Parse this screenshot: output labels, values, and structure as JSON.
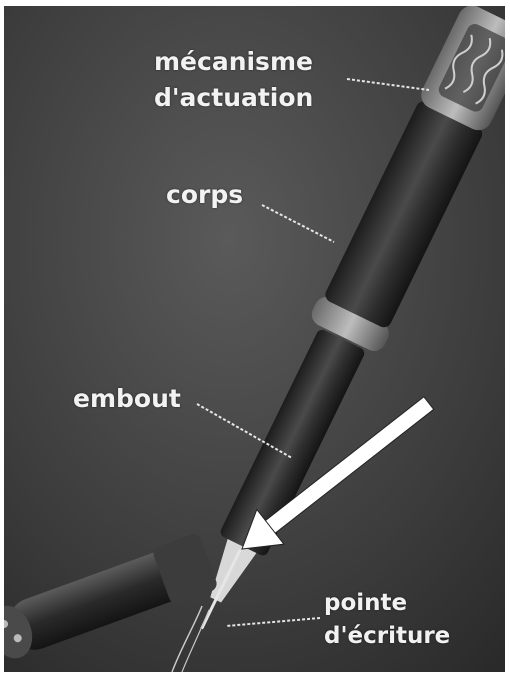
{
  "labels": {
    "mecanisme_line1": "mécanisme",
    "mecanisme_line2": "d'actuation",
    "corps": "corps",
    "embout": "embout",
    "pointe_line1": "pointe",
    "pointe_line2": "d'écriture"
  },
  "colors": {
    "background": "#3a3a3a",
    "label_text": "#f2f2f2",
    "arrow": "#ffffff"
  }
}
